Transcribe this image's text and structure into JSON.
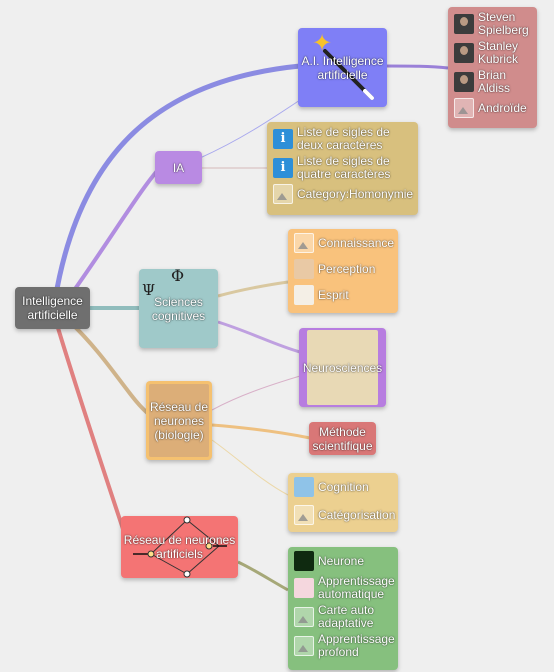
{
  "nodes": {
    "root": "Intelligence artificielle",
    "ai_film": "A.I. Intelligence artificielle",
    "ia": "IA",
    "sciences_cognitives": "Sciences cognitives",
    "neurosciences": "Neurosciences",
    "reseau_biologie": "Réseau de neurones (biologie)",
    "methode_scientifique": "Méthode scientifique",
    "reseau_artificiels": "Réseau de neurones artificiels"
  },
  "panels": {
    "ai_film": {
      "items": [
        {
          "label": "Steven Spielberg",
          "icon": "photo"
        },
        {
          "label": "Stanley Kubrick",
          "icon": "photo"
        },
        {
          "label": "Brian Aldiss",
          "icon": "photo"
        },
        {
          "label": "Androïde",
          "icon": "placeholder"
        }
      ]
    },
    "ia": {
      "items": [
        {
          "label": "Liste de sigles de deux caractères",
          "icon": "info"
        },
        {
          "label": "Liste de sigles de quatre caractères",
          "icon": "info"
        },
        {
          "label": "Category:Homonymie",
          "icon": "placeholder"
        }
      ]
    },
    "sciences_cognitives": {
      "items": [
        {
          "label": "Connaissance",
          "icon": "placeholder"
        },
        {
          "label": "Perception",
          "icon": "art"
        },
        {
          "label": "Esprit",
          "icon": "sketch"
        }
      ]
    },
    "reseau_biologie": {
      "items": [
        {
          "label": "Cognition",
          "icon": "blue"
        },
        {
          "label": "Catégorisation",
          "icon": "placeholder"
        }
      ]
    },
    "reseau_artificiels": {
      "items": [
        {
          "label": "Neurone",
          "icon": "dark"
        },
        {
          "label": "Apprentissage automatique",
          "icon": "pink"
        },
        {
          "label": "Carte auto adaptative",
          "icon": "placeholder"
        },
        {
          "label": "Apprentissage profond",
          "icon": "placeholder"
        }
      ]
    }
  },
  "colors": {
    "root": "#6f6f6f",
    "ai_film": "#7f7ff6",
    "ia": "#b98ae3",
    "sciences_cognitives": "#9fc9c9",
    "neurosciences": "#b77de0",
    "reseau_biologie": "#f5c170",
    "methode_scientifique": "#d97777",
    "reseau_artificiels": "#f47474",
    "panel_ai_film": "#d08c8c",
    "panel_ia": "#d8c07e",
    "panel_sciences": "#f9c27c",
    "panel_reseau_bio": "#ecd090",
    "panel_reseau_art": "#86c07e"
  }
}
